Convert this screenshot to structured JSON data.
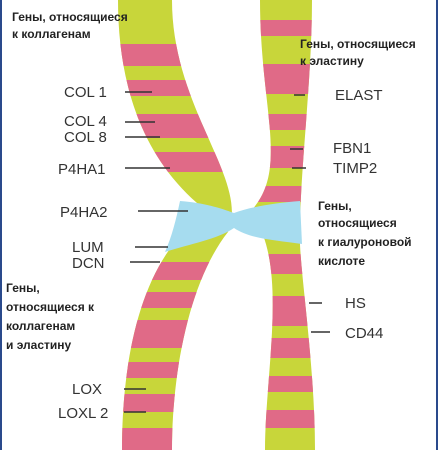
{
  "colors": {
    "chromatid_yellow": "#c8d63a",
    "chromatid_pink": "#e06a87",
    "centromere_blue": "#a6dcef",
    "frame_border": "#2a4a8c",
    "leader_line": "#333333"
  },
  "categories": {
    "collagen": [
      "Гены, относящиеся",
      "к коллагенам"
    ],
    "elastin": [
      "Гены, относящиеся",
      "к эластину"
    ],
    "hyaluronic": [
      "Гены,",
      "относящиеся",
      "к гиалуроновой",
      "кислоте"
    ],
    "collagen_elastin": [
      "Гены,",
      "относящиеся к",
      "коллагенам",
      "и эластину"
    ]
  },
  "genes": {
    "col1": "COL 1",
    "col4": "COL 4",
    "col8": "COL 8",
    "p4ha1": "P4HA1",
    "p4ha2": "P4HA2",
    "lum": "LUM",
    "dcn": "DCN",
    "lox": "LOX",
    "loxl2": "LOXL 2",
    "elast": "ELAST",
    "fbn1": "FBN1",
    "timp2": "TIMP2",
    "hs": "HS",
    "cd44": "CD44"
  }
}
